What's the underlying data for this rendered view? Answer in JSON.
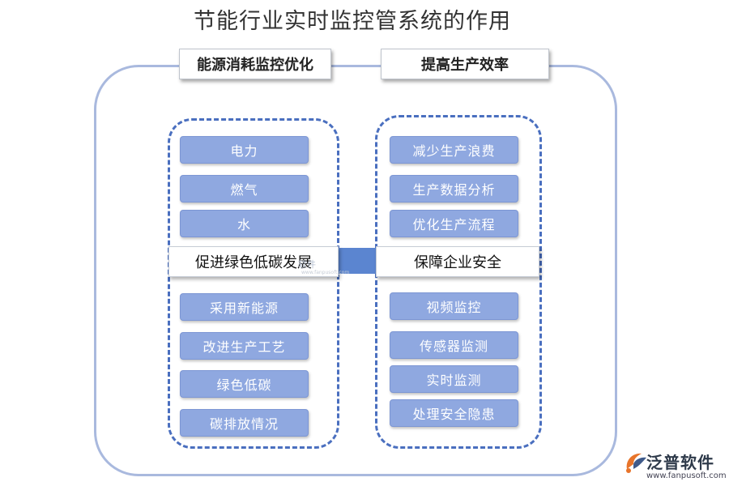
{
  "title": "节能行业实时监控管系统的作用",
  "headers": {
    "left": "能源消耗监控优化",
    "right": "提高生产效率"
  },
  "left_panel": {
    "top_items": [
      "电力",
      "燃气",
      "水"
    ],
    "center_label": "促进绿色低碳发展",
    "bottom_items": [
      "采用新能源",
      "改进生产工艺",
      "绿色低碳",
      "碳排放情况"
    ]
  },
  "right_panel": {
    "top_items": [
      "减少生产浪费",
      "生产数据分析",
      "优化生产流程"
    ],
    "center_label": "保障企业安全",
    "bottom_items": [
      "视频监控",
      "传感器监测",
      "实时监测",
      "处理安全隐患"
    ]
  },
  "watermark": {
    "text": "软件",
    "sub": "www.fanpusoft.com"
  },
  "logo": {
    "name": "泛普软件",
    "url": "www.fanpusoft.com"
  },
  "colors": {
    "item_fill": "#8fa8e0",
    "panel_border": "#4a6fbf",
    "outer_border": "#a9b9de",
    "connector": "#5b85d0",
    "logo_orange": "#e8742a"
  },
  "icons": {
    "logo": "fanpu-logo-icon"
  }
}
